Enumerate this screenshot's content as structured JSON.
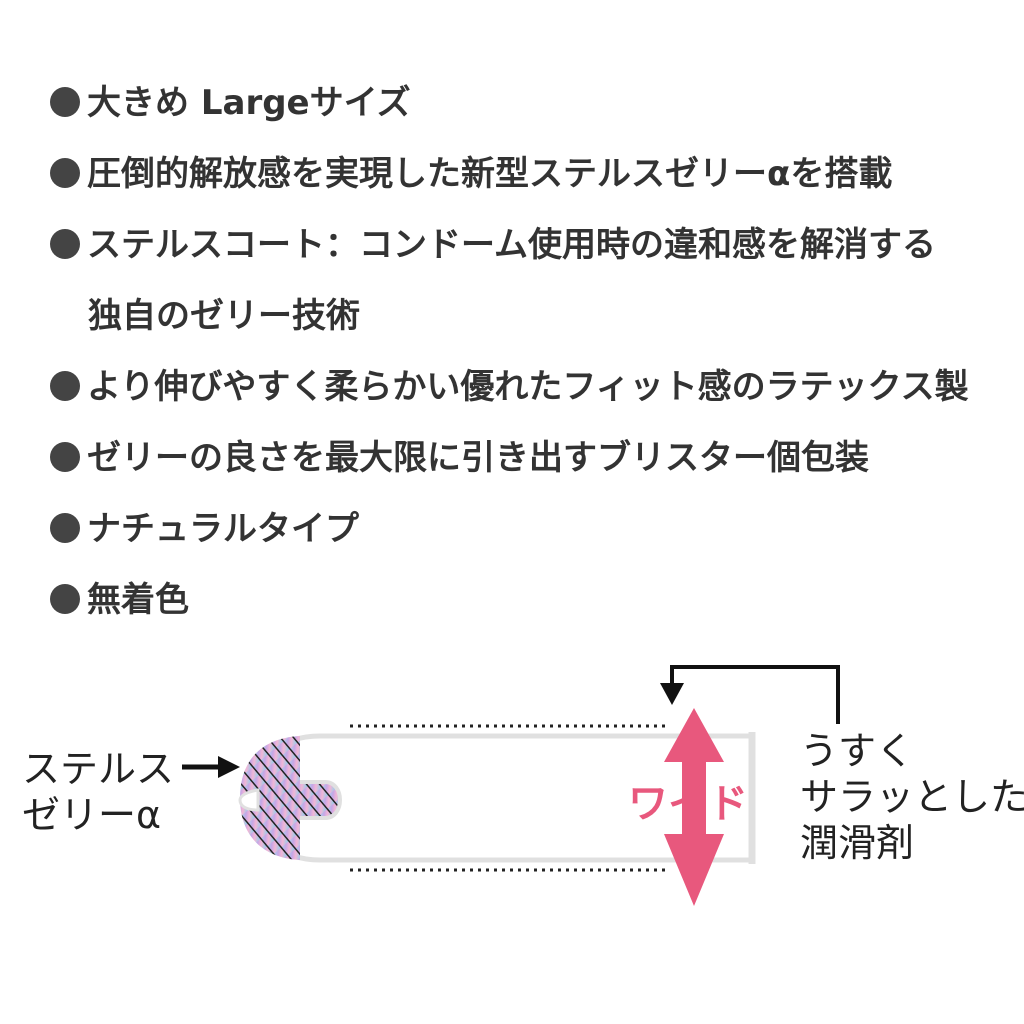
{
  "features": [
    {
      "text": "大きめ Largeサイズ"
    },
    {
      "text": "圧倒的解放感を実現した新型ステルスゼリーαを搭載"
    },
    {
      "text": "ステルスコート：コンドーム使用時の違和感を解消する",
      "continuation": "独自のゼリー技術"
    },
    {
      "text": "より伸びやすく柔らかい優れたフィット感のラテックス製"
    },
    {
      "text": "ゼリーの良さを最大限に引き出すブリスター個包装"
    },
    {
      "text": "ナチュラルタイプ"
    },
    {
      "text": "無着色"
    }
  ],
  "diagram": {
    "stealth_label": {
      "line1": "ステルス",
      "line2": "ゼリーα"
    },
    "wide_label": "ワイド",
    "lubricant_label": {
      "line1": "うすく",
      "line2": "サラッとした",
      "line3": "潤滑剤"
    },
    "colors": {
      "accent": "#e8587d",
      "text": "#333333",
      "bullet": "#444444",
      "outline": "#e0e0e0"
    }
  }
}
